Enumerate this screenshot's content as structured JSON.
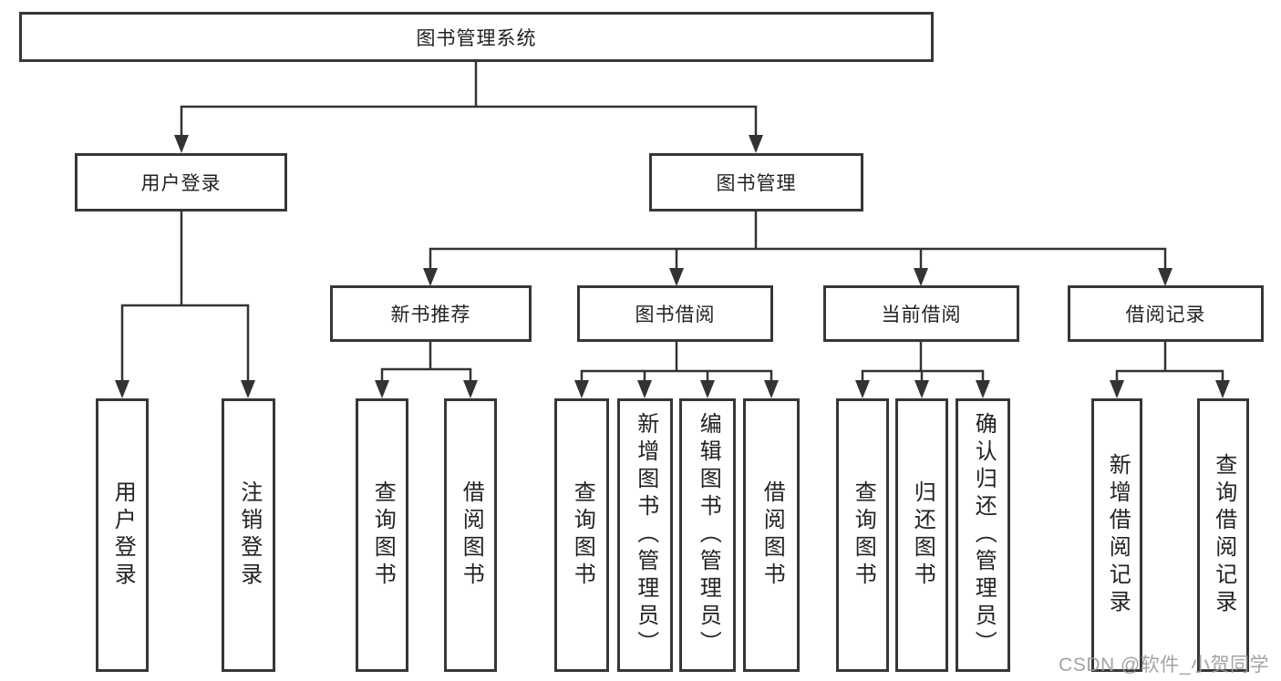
{
  "diagram": {
    "type": "function-structure-tree",
    "root": {
      "label": "图书管理系统",
      "children": [
        {
          "label": "用户登录",
          "children": [
            {
              "label": "用户登录"
            },
            {
              "label": "注销登录"
            }
          ]
        },
        {
          "label": "图书管理",
          "children": [
            {
              "label": "新书推荐",
              "children": [
                {
                  "label": "查询图书"
                },
                {
                  "label": "借阅图书"
                }
              ]
            },
            {
              "label": "图书借阅",
              "children": [
                {
                  "label": "查询图书"
                },
                {
                  "label": "新增图书（管理员）"
                },
                {
                  "label": "编辑图书（管理员）"
                },
                {
                  "label": "借阅图书"
                }
              ]
            },
            {
              "label": "当前借阅",
              "children": [
                {
                  "label": "查询图书"
                },
                {
                  "label": "归还图书"
                },
                {
                  "label": "确认归还（管理员）"
                }
              ]
            },
            {
              "label": "借阅记录",
              "children": [
                {
                  "label": "新增借阅记录"
                },
                {
                  "label": "查询借阅记录"
                }
              ]
            }
          ]
        }
      ]
    },
    "colors": {
      "background": "#ffffff",
      "box_border": "#373737",
      "connector_line": "#333333",
      "text": "#222222",
      "watermark_text": "#9b9b9b"
    }
  },
  "watermark": {
    "text": "CSDN @软件_小贺同学"
  }
}
